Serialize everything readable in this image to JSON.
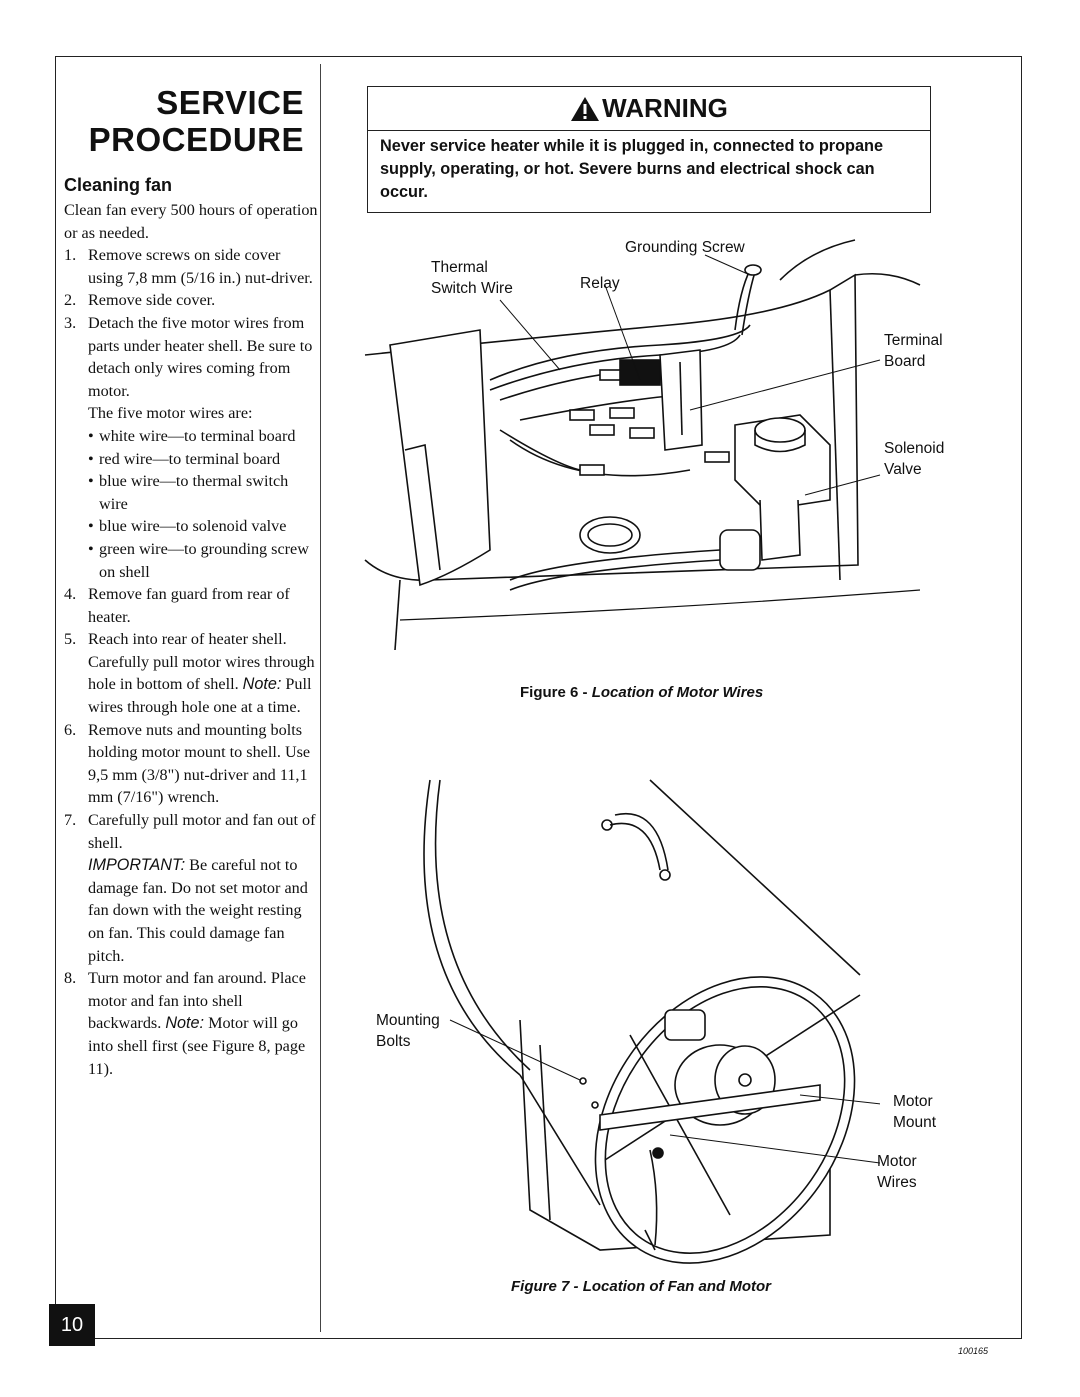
{
  "title_line1": "SERVICE",
  "title_line2": "PROCEDURE",
  "section_title": "Cleaning fan",
  "intro": "Clean fan every 500 hours of operation or as needed.",
  "steps": [
    {
      "num": "1.",
      "text": "Remove screws on side cover using 7,8 mm (5/16 in.) nut-driver."
    },
    {
      "num": "2.",
      "text": "Remove side cover."
    },
    {
      "num": "3.",
      "text": "Detach the five motor wires from parts under heater shell. Be sure to detach only wires coming from motor."
    }
  ],
  "motor_wires_intro": "The five motor wires are:",
  "motor_wires": [
    "white wire—to terminal board",
    "red wire—to terminal board",
    "blue wire—to thermal switch wire",
    "blue wire—to solenoid valve",
    "green wire—to grounding screw on shell"
  ],
  "step4": {
    "num": "4.",
    "text": "Remove fan guard from rear of heater."
  },
  "step5": {
    "num": "5.",
    "text": "Reach into rear of heater shell. Carefully pull motor wires through hole in bottom of shell.",
    "note_label": "Note:",
    "note_text": "Pull wires through hole one at a time."
  },
  "step6": {
    "num": "6.",
    "text": "Remove nuts and mounting bolts holding motor mount to shell. Use 9,5 mm (3/8\") nut-driver and 11,1 mm (7/16\") wrench."
  },
  "step7": {
    "num": "7.",
    "text": "Carefully pull motor and fan out of shell.",
    "important_label": "IMPORTANT:",
    "important_text": "Be careful not to damage fan. Do not set motor and fan down with the weight resting on fan. This could damage fan pitch."
  },
  "step8": {
    "num": "8.",
    "text": "Turn motor and fan around. Place motor and fan into shell backwards.",
    "note_label": "Note:",
    "note_text": "Motor will go into shell first (see Figure 8, page 11)."
  },
  "page_number": "10",
  "warning": {
    "heading": "WARNING",
    "text": "Never service heater while it is plugged in, connected to propane supply, operating, or hot. Severe burns and electrical shock can occur."
  },
  "figure6": {
    "labels": {
      "grounding_screw": "Grounding Screw",
      "thermal_switch_wire": "Thermal\nSwitch Wire",
      "relay": "Relay",
      "terminal_board": "Terminal\nBoard",
      "solenoid_valve": "Solenoid\nValve"
    },
    "caption_prefix": "Figure 6 - ",
    "caption_title": "Location of Motor Wires"
  },
  "figure7": {
    "labels": {
      "mounting_bolts": "Mounting\nBolts",
      "motor_mount": "Motor\nMount",
      "motor_wires": "Motor\nWires"
    },
    "caption_prefix": "Figure 7 - ",
    "caption_title": "Location of Fan and Motor"
  },
  "doc_code": "100165"
}
